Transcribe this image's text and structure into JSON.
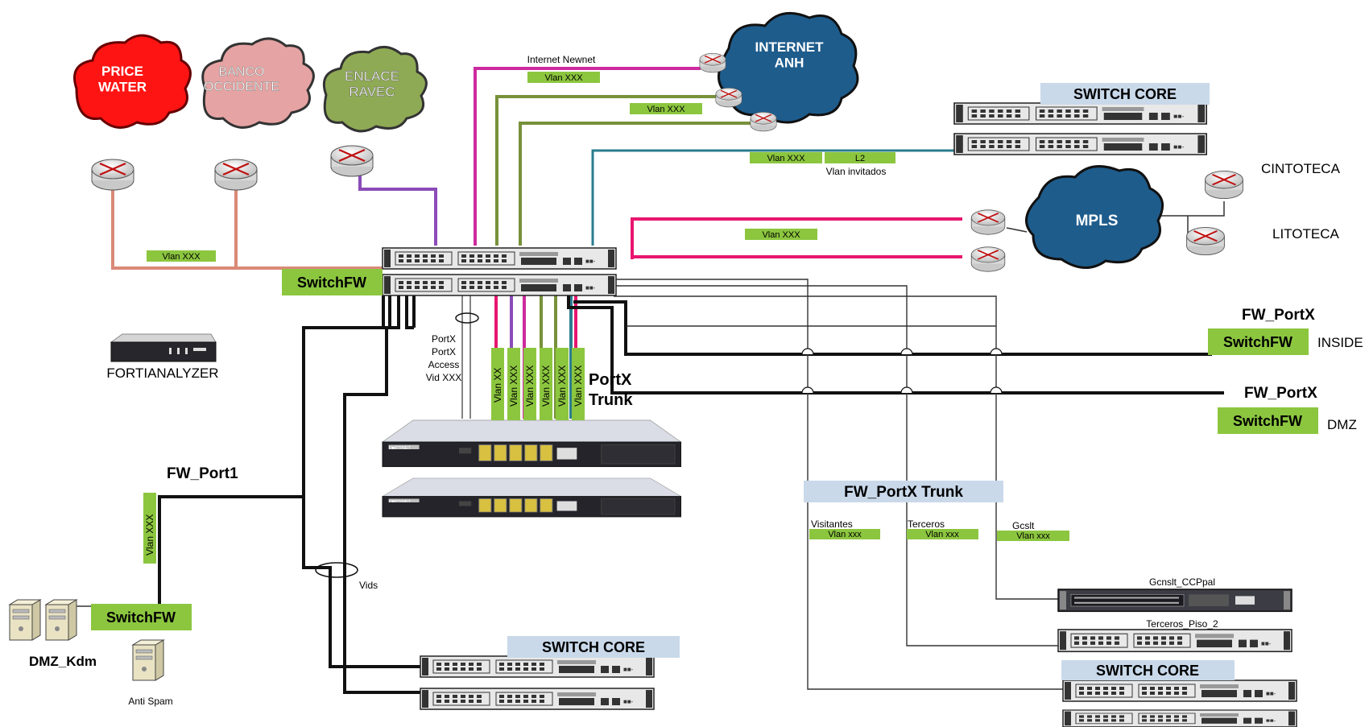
{
  "clouds": {
    "price_water": "PRICE\nWATER",
    "banco_occidente": "BANCO\nOCCIDENTE",
    "enlace_ravec": "ENLACE\nRAVEC",
    "internet_anh": "INTERNET\nANH",
    "mpls": "MPLS"
  },
  "labels": {
    "internet_newnet": "Internet Newnet",
    "vlan_xxx": "Vlan XXX",
    "vlan_xxx_lower": "Vlan xxx",
    "vlan_xx": "Vlan XX",
    "l2": "L2",
    "vlan_invitados": "Vlan invitados",
    "switch_core": "SWITCH CORE",
    "switchfw": "SwitchFW",
    "cintoteca": "CINTOTECA",
    "litoteca": "LITOTECA",
    "fw_portx": "FW_PortX",
    "inside": "INSIDE",
    "dmz": "DMZ",
    "fortianalyzer": "FORTIANALYZER",
    "portx": "PortX",
    "access": "Access",
    "vid_xxx": "Vid XXX",
    "portx_trunk_1": "PortX",
    "portx_trunk_2": "Trunk",
    "fw_port1": "FW_Port1",
    "fw_portx_trunk": "FW_PortX Trunk",
    "visitantes": "Visitantes",
    "terceros": "Terceros",
    "gcslt": "Gcslt",
    "gcnslt_ccppal": "Gcnslt_CCPpal",
    "terceros_piso_2": "Terceros_Piso_2",
    "vids": "Vids",
    "dmz_kdm": "DMZ_Kdm",
    "anti_spam": "Anti Spam"
  },
  "colors": {
    "green_label": "#8cc63f",
    "blue_label": "#c9d9ea",
    "magenta": "#cc2a9e",
    "olive": "#77913a",
    "purple": "#8b4bb8",
    "salmon": "#d98a78",
    "teal": "#2b7d8f",
    "pink": "#e8166e",
    "price_water_cloud": "#ff1414",
    "banco_cloud": "#e6a3a3",
    "ravec_cloud": "#8faa55",
    "internet_cloud": "#1e5c8c",
    "mpls_cloud": "#1e5c8c"
  }
}
